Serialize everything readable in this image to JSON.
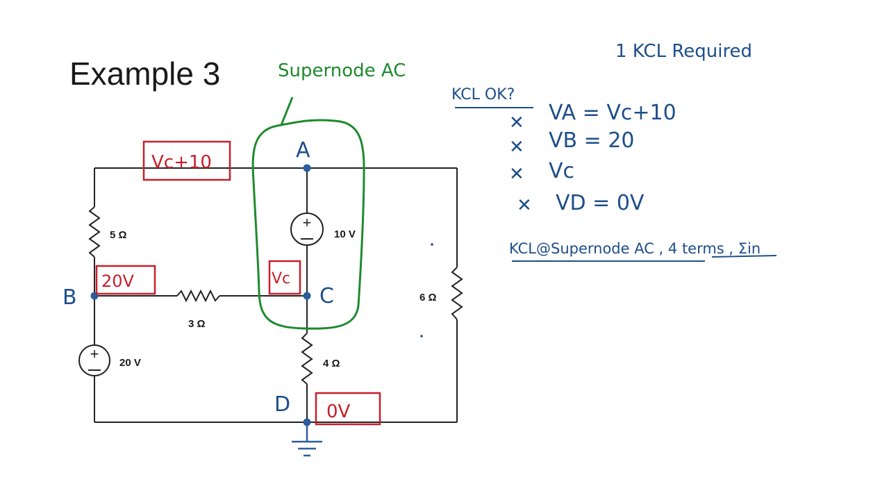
{
  "slide": {
    "title": "Example 3"
  },
  "circuit": {
    "resistors": {
      "r5": "5 Ω",
      "r3": "3 Ω",
      "r4": "4 Ω",
      "r6": "6 Ω"
    },
    "sources": {
      "v20": "20 V",
      "v10": "10 V"
    },
    "nodes": {
      "a": "A",
      "b": "B",
      "c": "C",
      "d": "D"
    }
  },
  "annotations": {
    "supernode_label": "Supernode AC",
    "node_a_box": "Vc+10",
    "node_b_box": "20V",
    "node_c_box": "Vc",
    "node_d_box": "0V",
    "kcl_ok_heading": "KCL OK?",
    "kcl_required": "1 KCL Required",
    "equations": [
      {
        "mark": "✕",
        "text": "VA = Vc+10"
      },
      {
        "mark": "✕",
        "text": "VB = 20"
      },
      {
        "mark": "✕",
        "text": "Vc"
      },
      {
        "mark": "✕",
        "text": "VD = 0V"
      }
    ],
    "kcl_note": "KCL@Supernode AC , 4 terms , Σin"
  },
  "colors": {
    "ink_blue": "#1d4e8a",
    "ink_green": "#1e8a2e",
    "ink_red": "#c81e2a",
    "node_blue": "#2b5c9e",
    "wire": "#222222"
  }
}
